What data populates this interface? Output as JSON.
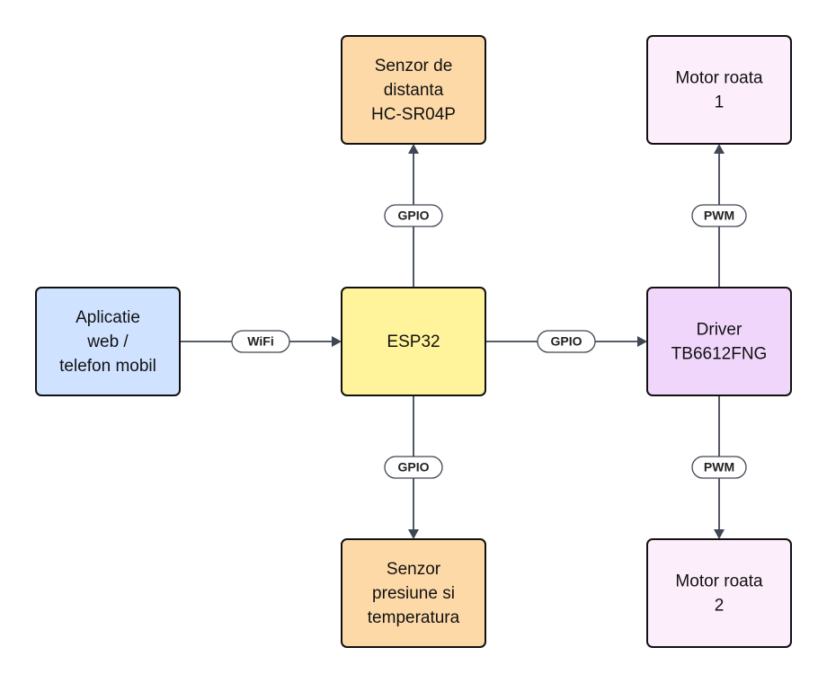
{
  "nodes": [
    {
      "id": "app",
      "lines": [
        "Aplicatie",
        "web /",
        "telefon mobil"
      ],
      "fill": "#cfe2ff"
    },
    {
      "id": "esp32",
      "lines": [
        "ESP32"
      ],
      "fill": "#fff49c"
    },
    {
      "id": "distance-sensor",
      "lines": [
        "Senzor de",
        "distanta",
        "HC-SR04P"
      ],
      "fill": "#fdd9a8"
    },
    {
      "id": "pressure-sensor",
      "lines": [
        "Senzor",
        "presiune si",
        "temperatura"
      ],
      "fill": "#fdd9a8"
    },
    {
      "id": "driver",
      "lines": [
        "Driver",
        "TB6612FNG"
      ],
      "fill": "#f0d6fb"
    },
    {
      "id": "motor-1",
      "lines": [
        "Motor roata",
        "1"
      ],
      "fill": "#fdeefb"
    },
    {
      "id": "motor-2",
      "lines": [
        "Motor roata",
        "2"
      ],
      "fill": "#fdeefb"
    }
  ],
  "edges": [
    {
      "id": "app-to-esp32",
      "from": "app",
      "to": "esp32",
      "label": "WiFi"
    },
    {
      "id": "esp32-to-distance-sensor",
      "from": "esp32",
      "to": "distance-sensor",
      "label": "GPIO"
    },
    {
      "id": "esp32-to-pressure-sensor",
      "from": "esp32",
      "to": "pressure-sensor",
      "label": "GPIO"
    },
    {
      "id": "esp32-to-driver",
      "from": "esp32",
      "to": "driver",
      "label": "GPIO"
    },
    {
      "id": "driver-to-motor-1",
      "from": "driver",
      "to": "motor-1",
      "label": "PWM"
    },
    {
      "id": "driver-to-motor-2",
      "from": "driver",
      "to": "motor-2",
      "label": "PWM"
    }
  ]
}
